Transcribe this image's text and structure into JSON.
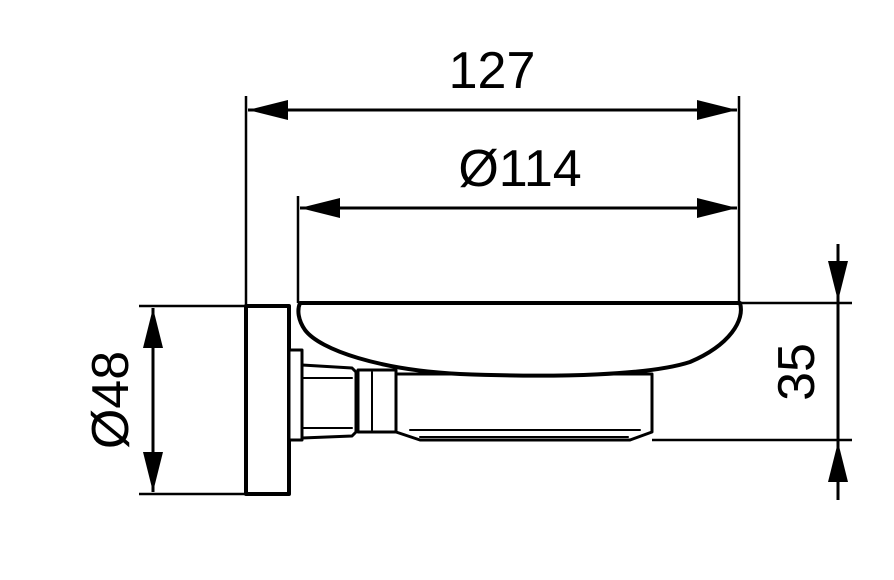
{
  "dimensions": {
    "overall_length": "127",
    "dish_diameter": "Ø114",
    "wall_plate_diameter": "Ø48",
    "height": "35"
  },
  "colors": {
    "line": "#000000",
    "background": "#ffffff"
  }
}
